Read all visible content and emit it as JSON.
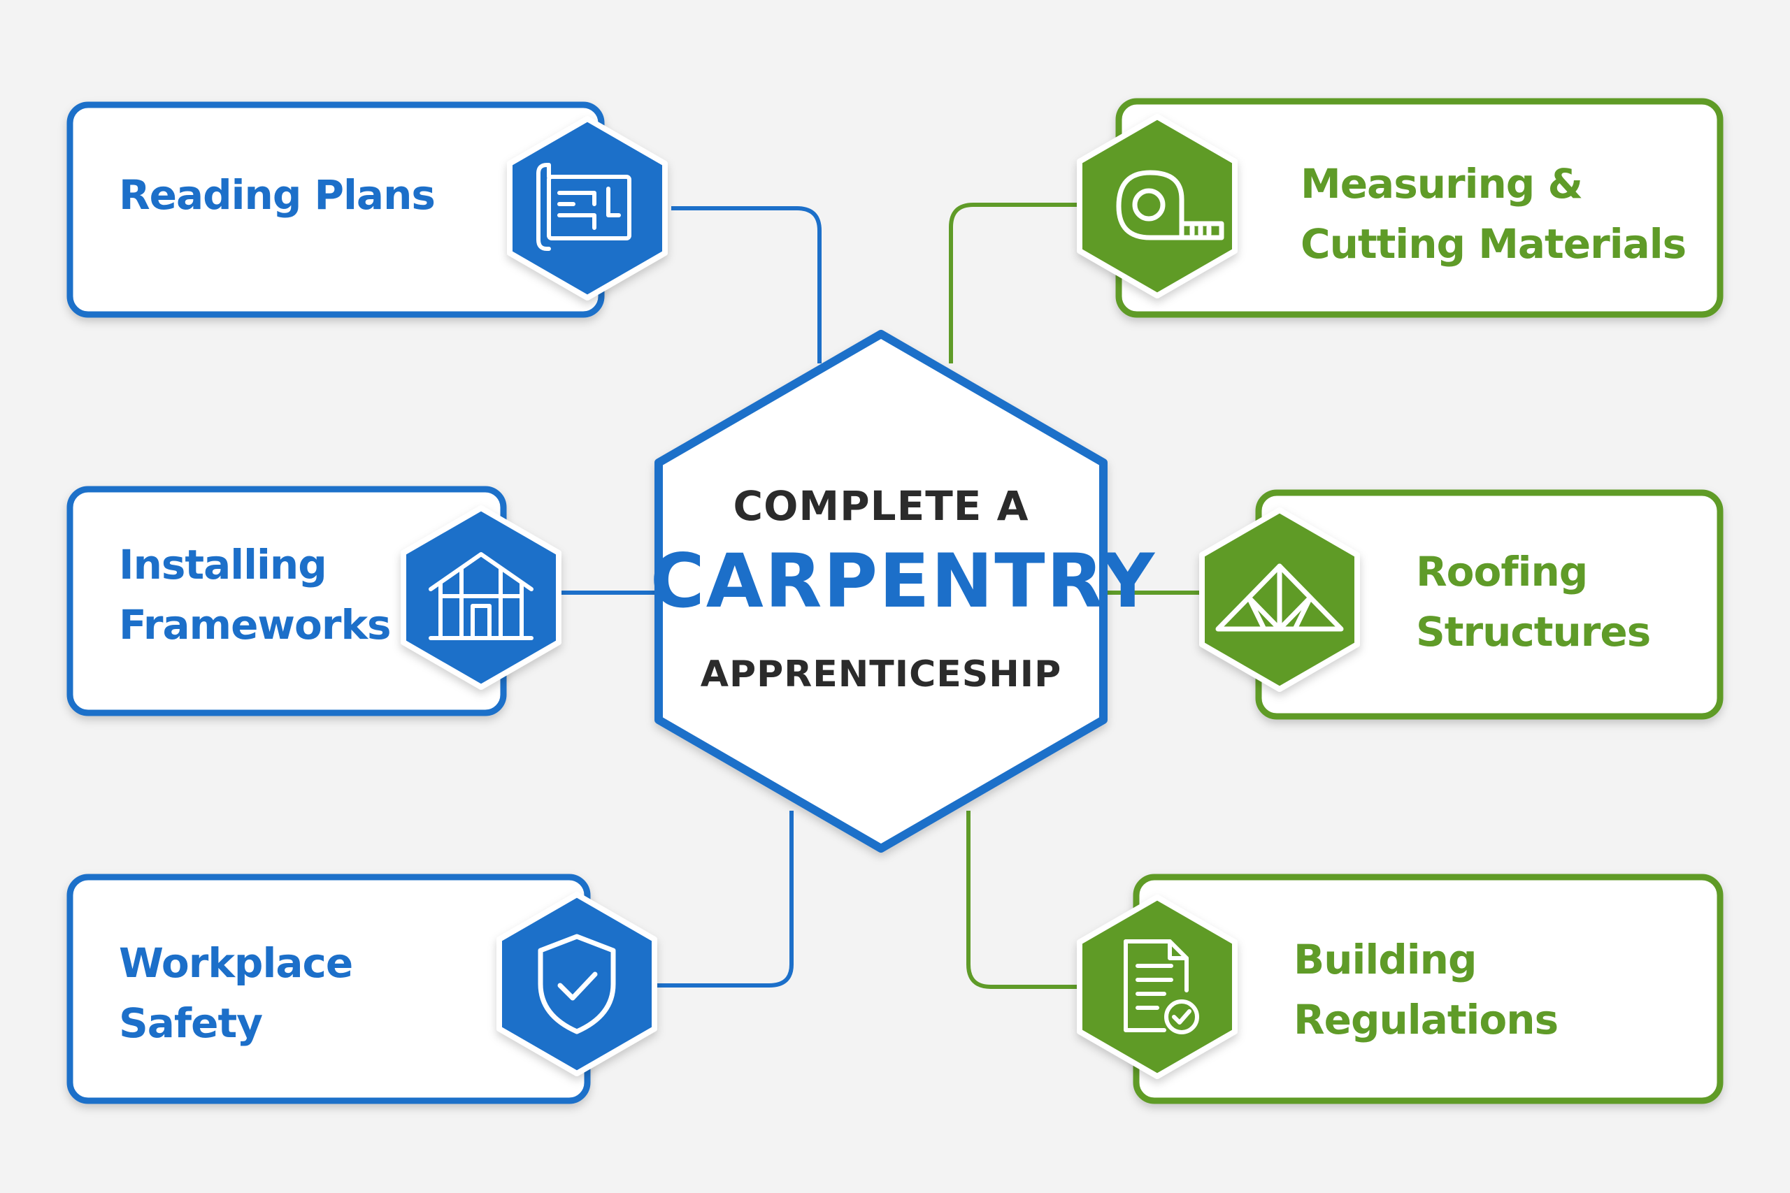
{
  "center": {
    "line1": "COMPLETE A",
    "line2": "CARPENTRY",
    "line3": "APPRENTICESHIP"
  },
  "nodes": [
    {
      "id": "reading-plans",
      "side": "left",
      "color": "blue",
      "icon": "blueprint-icon",
      "lines": [
        "Reading Plans"
      ]
    },
    {
      "id": "installing-frameworks",
      "side": "left",
      "color": "blue",
      "icon": "house-frame-icon",
      "lines": [
        "Installing",
        "Frameworks"
      ]
    },
    {
      "id": "workplace-safety",
      "side": "left",
      "color": "blue",
      "icon": "shield-check-icon",
      "lines": [
        "Workplace",
        "Safety"
      ]
    },
    {
      "id": "measuring-cutting",
      "side": "right",
      "color": "green",
      "icon": "tape-measure-icon",
      "lines": [
        "Measuring &",
        "Cutting Materials"
      ]
    },
    {
      "id": "roofing-structures",
      "side": "right",
      "color": "green",
      "icon": "roof-truss-icon",
      "lines": [
        "Roofing",
        "Structures"
      ]
    },
    {
      "id": "building-regulations",
      "side": "right",
      "color": "green",
      "icon": "document-check-icon",
      "lines": [
        "Building",
        "Regulations"
      ]
    }
  ],
  "colors": {
    "blue": "#1c6fc9",
    "green": "#5f9b28",
    "background": "#f3f3f3",
    "text_dark": "#2b2b2b"
  }
}
